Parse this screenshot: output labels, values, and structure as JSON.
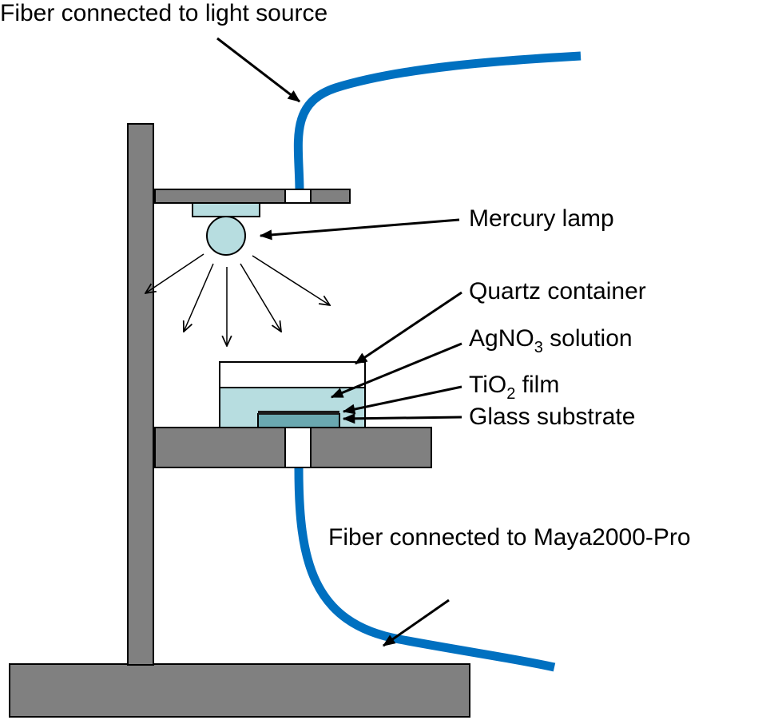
{
  "labels": {
    "fiber_light_source": "Fiber connected to light source",
    "mercury_lamp": "Mercury lamp",
    "quartz_container": "Quartz container",
    "agno3_prefix": "AgNO",
    "agno3_subscript": "3",
    "agno3_suffix": " solution",
    "tio2_prefix": "TiO",
    "tio2_subscript": "2",
    "tio2_suffix": " film",
    "glass_substrate": "Glass substrate",
    "fiber_maya": "Fiber connected to Maya2000-Pro"
  },
  "colors": {
    "stand": "#808080",
    "fiber": "#0070c0",
    "lamp": "#b7dde0",
    "solution": "#b7dde0",
    "substrate": "#6aa8b0",
    "film": "#1a1a1a",
    "outline": "#000000",
    "background": "#ffffff"
  },
  "icons": {
    "arrow": "arrowhead",
    "light_rays": "thin-arrow-rays"
  }
}
